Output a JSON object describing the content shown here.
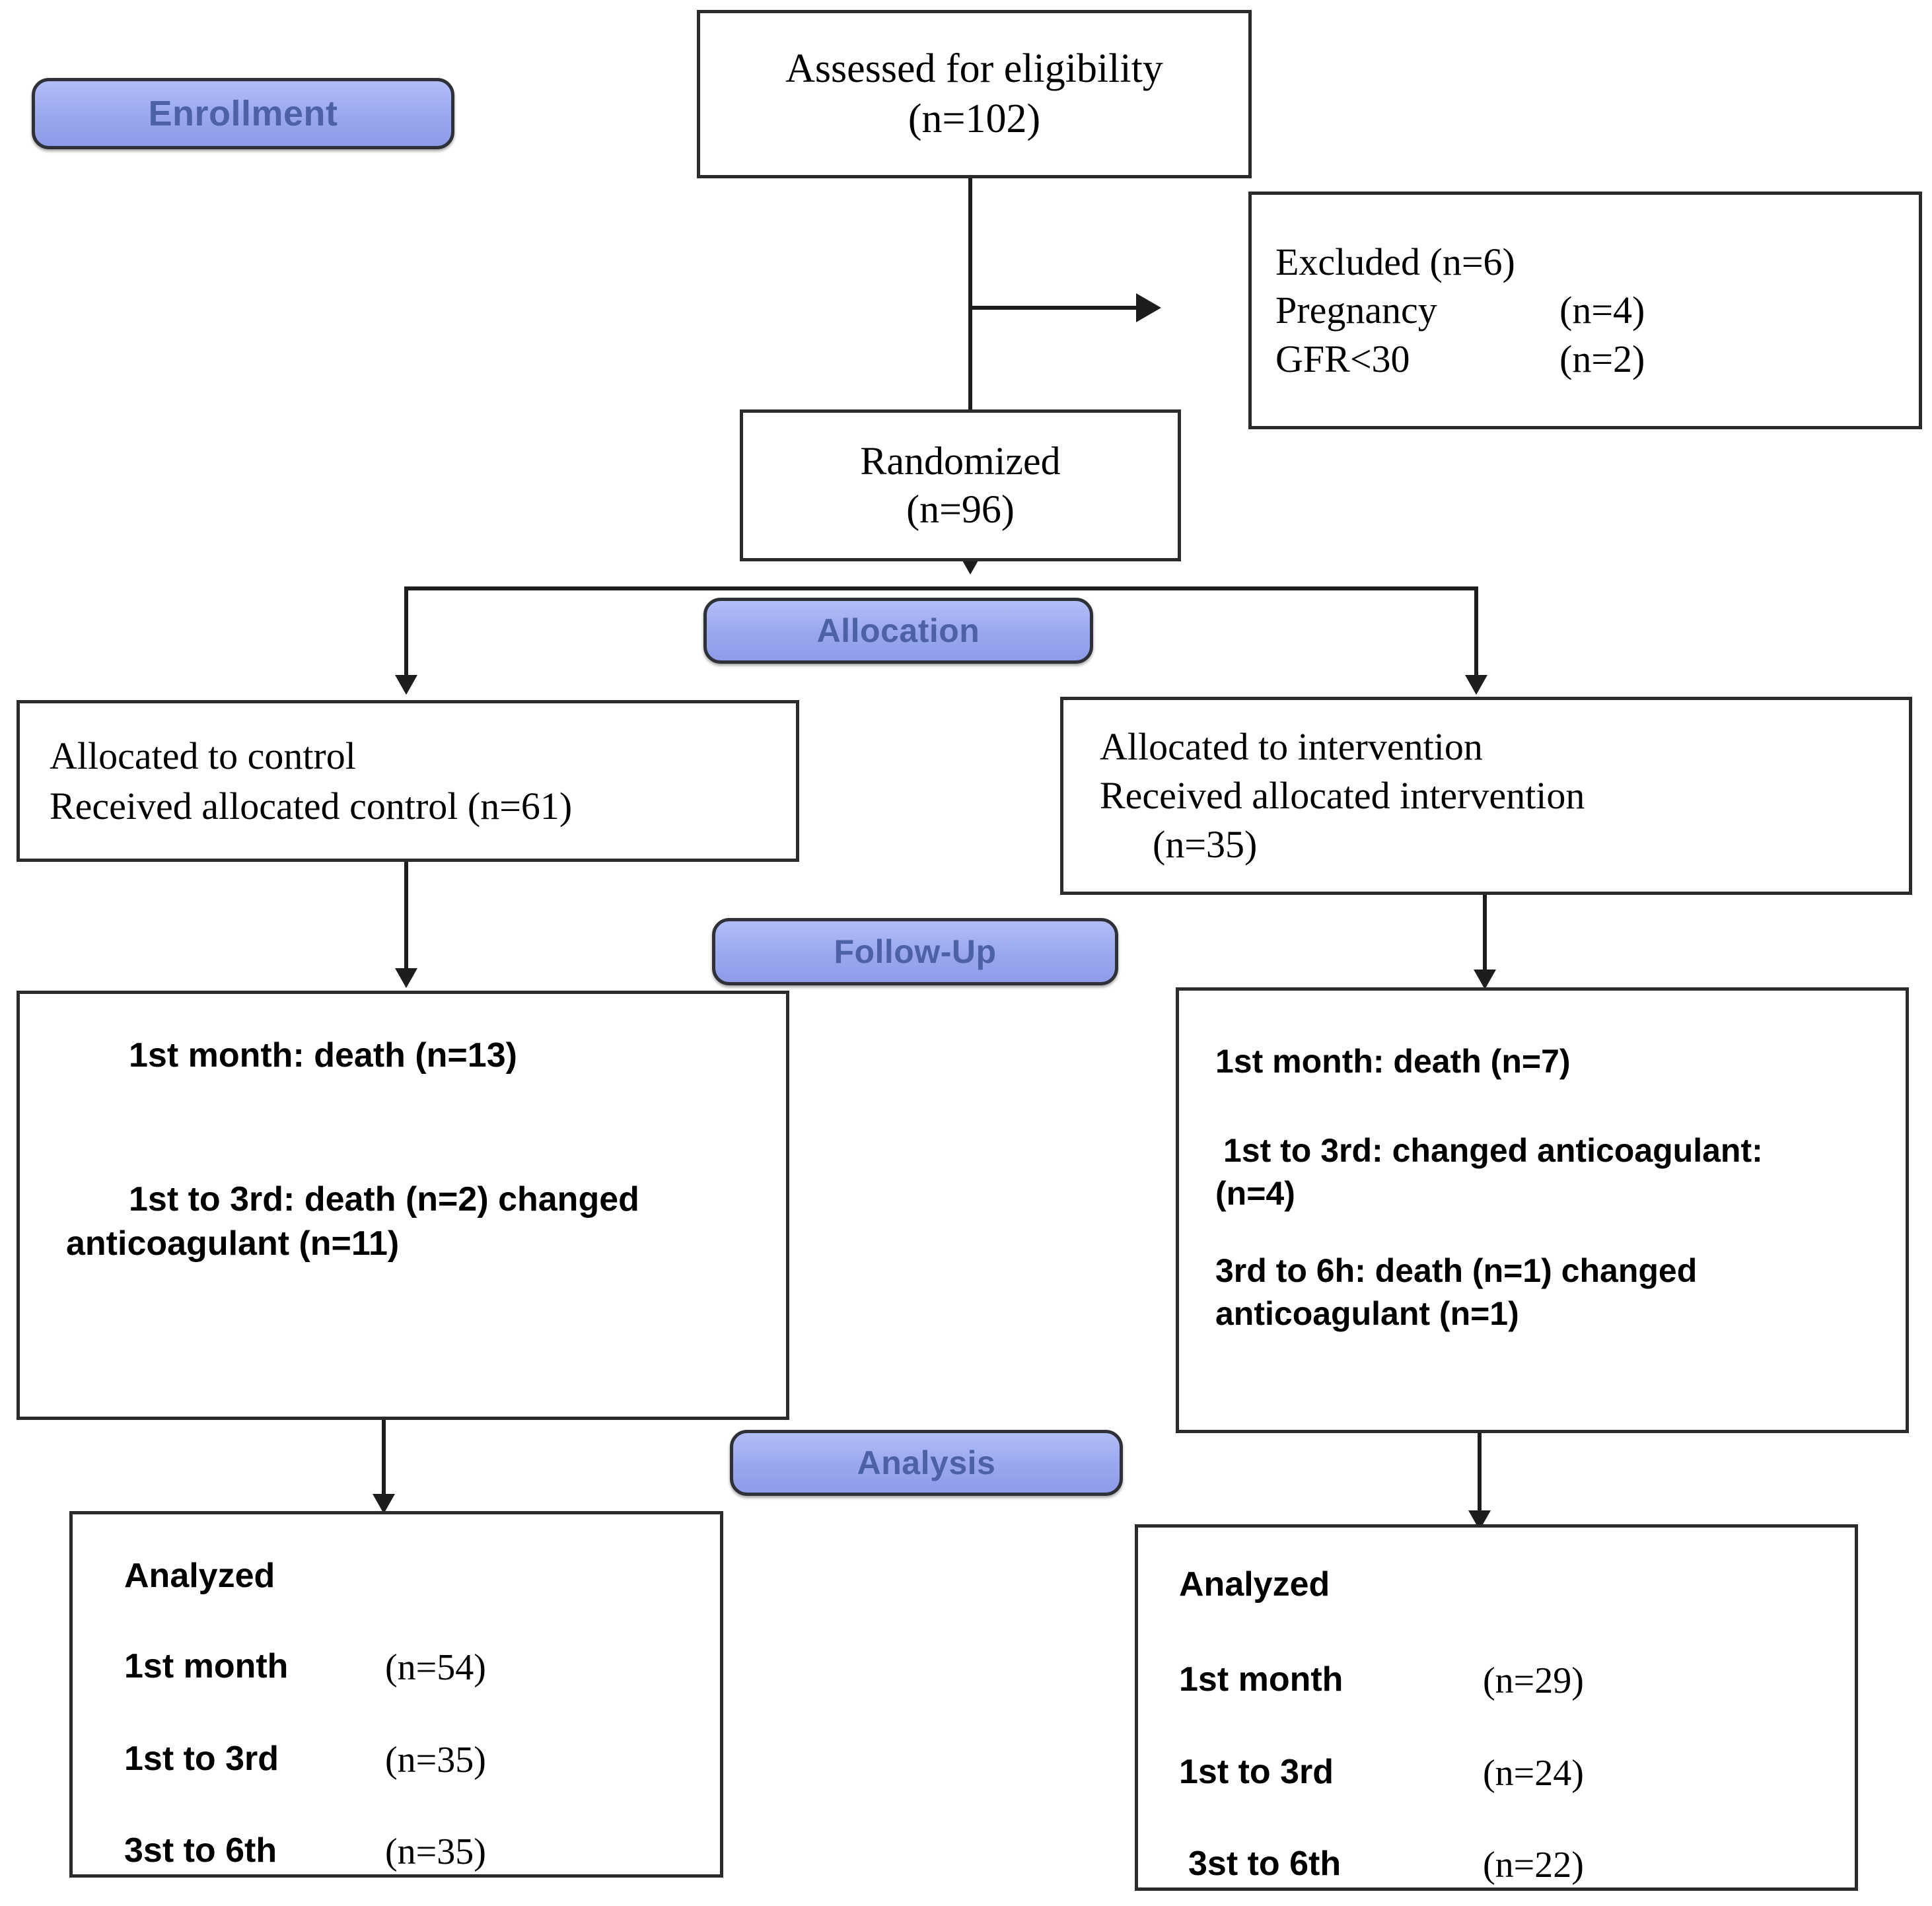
{
  "diagram": {
    "type": "consort-flow-diagram",
    "stages": [
      {
        "id": "enrollment",
        "label": "Enrollment"
      },
      {
        "id": "allocation",
        "label": "Allocation"
      },
      {
        "id": "followup",
        "label": "Follow-Up"
      },
      {
        "id": "analysis",
        "label": "Analysis"
      }
    ],
    "accent_fill": "#9aa7ef",
    "accent_text": "#4d62a6",
    "box_border": "#2b2b2b"
  },
  "enrollment": {
    "assessed": {
      "line1": "Assessed for eligibility",
      "line2": "(n=102)"
    },
    "excluded": {
      "line1": "Excluded (n=6)",
      "line2_label": "Pregnancy",
      "line2_value": "(n=4)",
      "line3_label": "GFR<30",
      "line3_value": "(n=2)"
    },
    "randomized": {
      "line1": "Randomized",
      "line2": "(n=96)"
    }
  },
  "allocation": {
    "control": {
      "line1": "Allocated to control",
      "line2": "Received allocated control (n=61)"
    },
    "intervention": {
      "line1": "Allocated to intervention",
      "line2": "Received allocated intervention",
      "line3": "(n=35)"
    }
  },
  "followup": {
    "control": {
      "line1": "1st month: death (n=13)",
      "line2": "1st to 3rd: death (n=2) changed",
      "line3": "anticoagulant (n=11)"
    },
    "intervention": {
      "line1": "1st month: death (n=7)",
      "line2": "1st to 3rd: changed anticoagulant:",
      "line3": "(n=4)",
      "line4": "3rd to 6h: death (n=1) changed",
      "line5": "anticoagulant (n=1)"
    }
  },
  "analysis": {
    "control": {
      "title": "Analyzed",
      "rows": [
        {
          "label": "1st month",
          "value": "(n=54)"
        },
        {
          "label": "1st to 3rd",
          "value": "(n=35)"
        },
        {
          "label": "3st to 6th",
          "value": "(n=35)"
        }
      ]
    },
    "intervention": {
      "title": "Analyzed",
      "rows": [
        {
          "label": "1st month",
          "value": "(n=29)"
        },
        {
          "label": "1st to 3rd",
          "value": "(n=24)"
        },
        {
          "label": "3st to 6th",
          "value": "(n=22)"
        }
      ]
    }
  }
}
